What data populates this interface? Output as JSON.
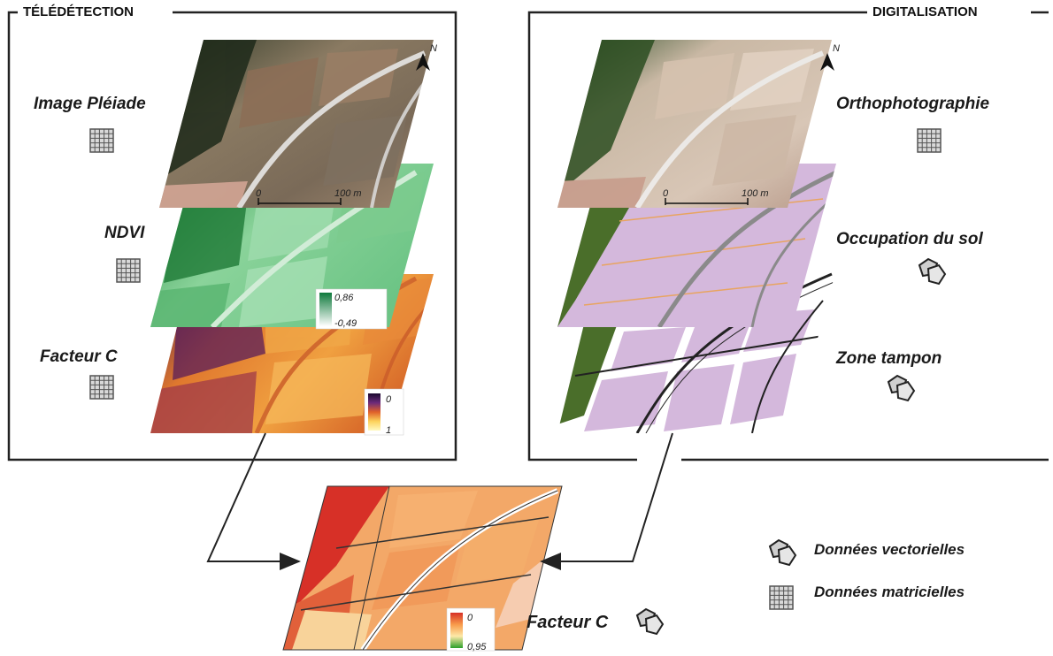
{
  "panels": {
    "left_title": "TÉLÉDÉTECTION",
    "right_title": "DIGITALISATION"
  },
  "layers_left": [
    {
      "label": "Image Pléiade",
      "icon": "raster-grid-icon"
    },
    {
      "label": "NDVI",
      "icon": "raster-grid-icon"
    },
    {
      "label": "Facteur C",
      "icon": "raster-grid-icon"
    }
  ],
  "layers_right": [
    {
      "label": "Orthophotographie",
      "icon": "raster-grid-icon"
    },
    {
      "label": "Occupation du sol",
      "icon": "vector-polygon-icon"
    },
    {
      "label": "Zone tampon",
      "icon": "vector-polygon-icon"
    }
  ],
  "result": {
    "label": "Facteur C",
    "icon": "vector-polygon-icon"
  },
  "legend": {
    "vector": "Données vectorielles",
    "raster": "Données matricielles"
  },
  "scalebars": {
    "start": "0",
    "end": "100  m"
  },
  "north": "N",
  "colorbars": {
    "ndvi": {
      "max": "0,86",
      "min": "-0,49",
      "colors": [
        "#0f7a3c",
        "#ffffff"
      ]
    },
    "facteur_c": {
      "top": "0",
      "bottom": "1",
      "colors": [
        "#1a0a2e",
        "#6b2a7a",
        "#e0602a",
        "#fcd25a",
        "#fff9c0"
      ]
    },
    "result": {
      "top": "0",
      "bottom": "0,95",
      "colors": [
        "#d73027",
        "#f89a4a",
        "#fde9a8",
        "#2ca02c"
      ]
    }
  },
  "colors": {
    "landuse_purple": "#d4b8dc",
    "forest_green": "#4a6e2a",
    "road_gray": "#8a8a8a",
    "field_line": "#e8a460"
  }
}
